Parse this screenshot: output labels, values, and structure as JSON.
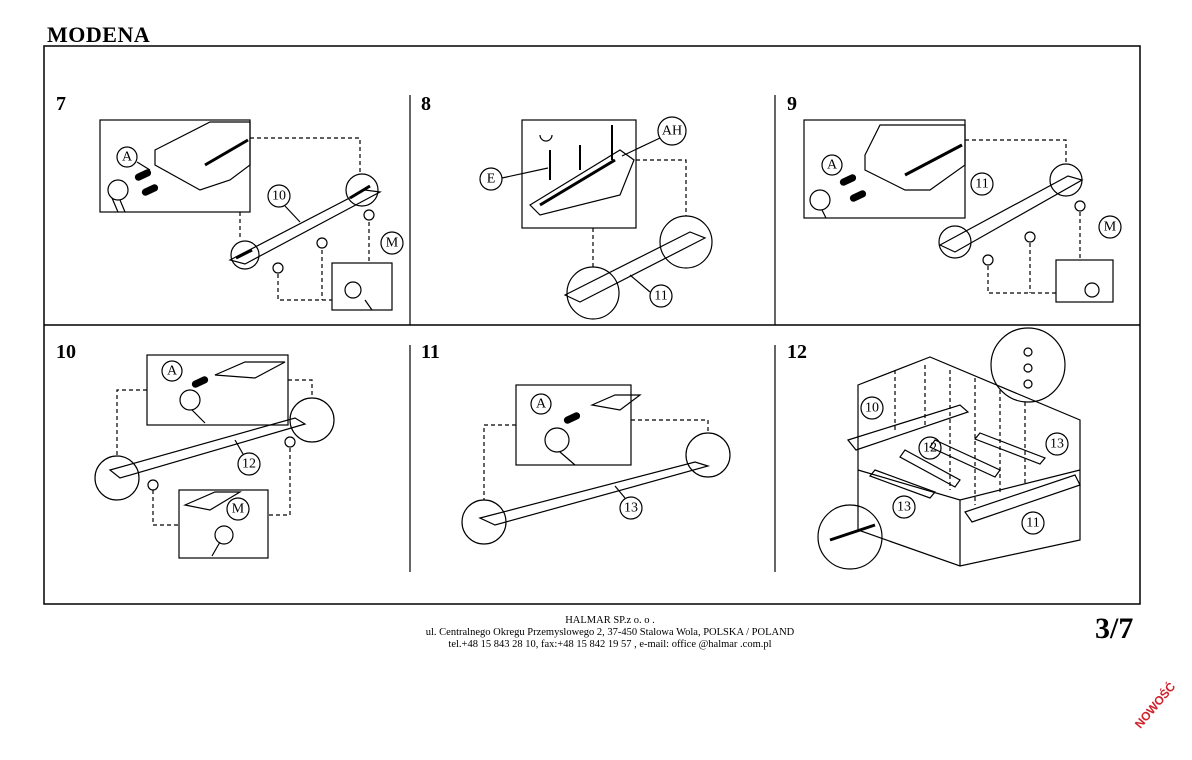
{
  "header": {
    "title": "MODENA"
  },
  "steps": [
    {
      "number": "7",
      "labels": {
        "a": "A",
        "part": "10",
        "m": "M"
      }
    },
    {
      "number": "8",
      "labels": {
        "ah": "AH",
        "e": "E",
        "part": "11"
      }
    },
    {
      "number": "9",
      "labels": {
        "a": "A",
        "part": "11",
        "m": "M"
      }
    },
    {
      "number": "10",
      "labels": {
        "a": "A",
        "part": "12",
        "m": "M"
      }
    },
    {
      "number": "11",
      "labels": {
        "a": "A",
        "part": "13"
      }
    },
    {
      "number": "12",
      "labels": {
        "p10": "10",
        "p12": "12",
        "p13a": "13",
        "p13b": "13",
        "p11": "11"
      }
    }
  ],
  "footer": {
    "company": "HALMAR SP.z o. o .",
    "address": "ul. Centralnego Okregu Przemyslowego 2, 37-450 Stalowa Wola, POLSKA / POLAND",
    "contact": "tel.+48 15 843 28 10, fax:+48 15 842 19 57 , e-mail: office @halmar .com.pl"
  },
  "page": "3/7",
  "stamp": "NOWOŚĆ"
}
